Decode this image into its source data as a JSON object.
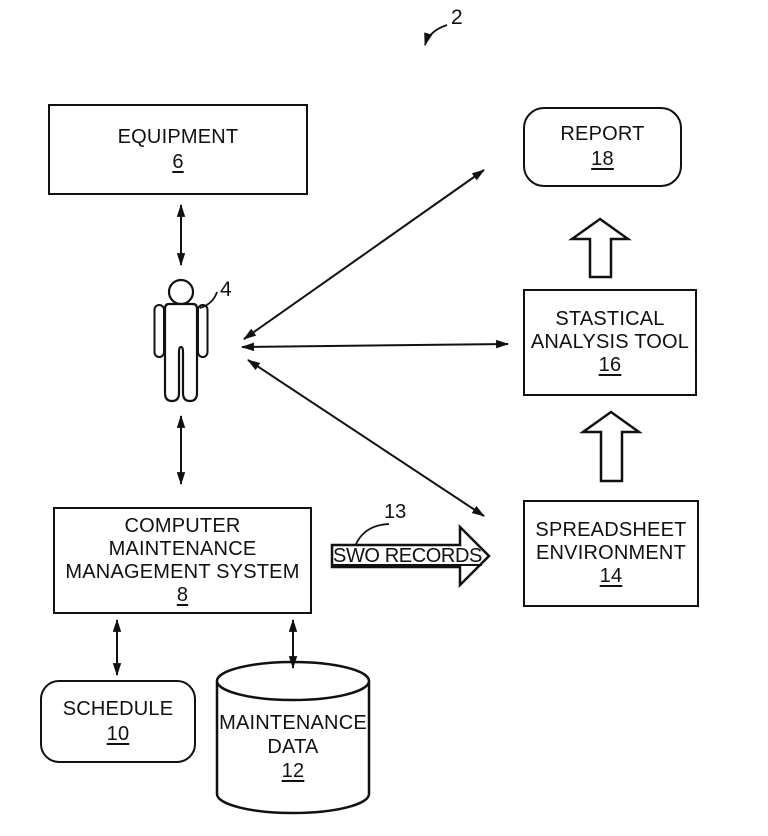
{
  "figure": {
    "reference_label": "2",
    "person_label": "4",
    "swo_arrow": {
      "label": "SWO RECORDS",
      "ref": "13"
    },
    "colors": {
      "ink": "#111111",
      "background": "#ffffff"
    },
    "nodes": {
      "equipment": {
        "line1": "EQUIPMENT",
        "ref": "6"
      },
      "report": {
        "line1": "REPORT",
        "ref": "18"
      },
      "statistical": {
        "line1": "STASTICAL",
        "line2": "ANALYSIS TOOL",
        "ref": "16"
      },
      "spreadsheet": {
        "line1": "SPREADSHEET",
        "line2": "ENVIRONMENT",
        "ref": "14"
      },
      "cmms": {
        "line1": "COMPUTER",
        "line2": "MAINTENANCE",
        "line3": "MANAGEMENT SYSTEM",
        "ref": "8"
      },
      "schedule": {
        "line1": "SCHEDULE",
        "ref": "10"
      },
      "maintenance_data": {
        "line1": "MAINTENANCE",
        "line2": "DATA",
        "ref": "12"
      }
    }
  }
}
